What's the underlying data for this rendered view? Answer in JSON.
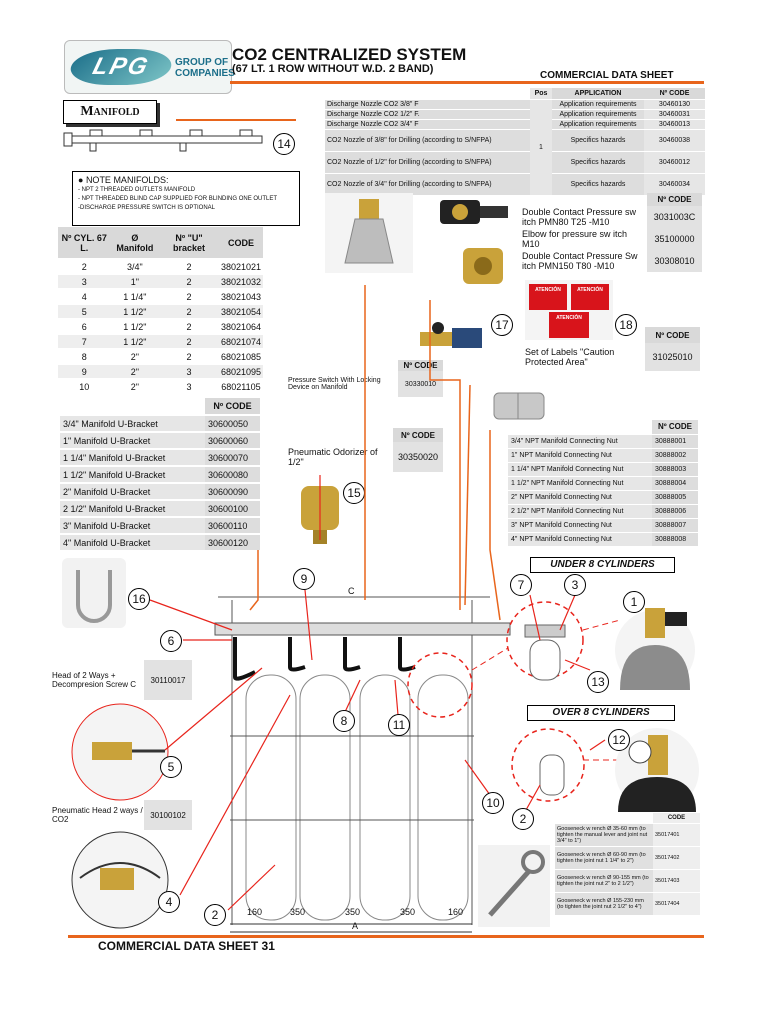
{
  "header": {
    "logo_text": "LPG",
    "logo_sub_1": "GROUP OF",
    "logo_sub_2": "COMPANIES",
    "title": "CO2 CENTRALIZED SYSTEM",
    "subtitle": "(67 LT. 1 ROW WITHOUT W.D. 2 BAND)",
    "sheet_label": "COMMERCIAL DATA SHEET"
  },
  "manifold": {
    "heading": "Manifold",
    "callout": "14"
  },
  "notes": {
    "heading": "NOTE MANIFOLDS:",
    "lines": [
      "- NPT 2 THREADED OUTLETS MANIFOLD",
      "- NPT  THREADED BLIND CAP SUPPLIED FOR BLINDING ONE OUTLET",
      "-DISCHARGE PRESSURE SWITCH IS OPTIONAL"
    ]
  },
  "manifold_table": {
    "headers": [
      "Nº CYL. 67 L.",
      "Ø Manifold",
      "Nº \"U\" bracket",
      "CODE"
    ],
    "rows": [
      [
        "2",
        "3/4\"",
        "2",
        "38021021"
      ],
      [
        "3",
        "1\"",
        "2",
        "38021032"
      ],
      [
        "4",
        "1 1/4\"",
        "2",
        "38021043"
      ],
      [
        "5",
        "1 1/2\"",
        "2",
        "38021054"
      ],
      [
        "6",
        "1 1/2\"",
        "2",
        "38021064"
      ],
      [
        "7",
        "1 1/2\"",
        "2",
        "68021074"
      ],
      [
        "8",
        "2\"",
        "2",
        "68021085"
      ],
      [
        "9",
        "2\"",
        "3",
        "68021095"
      ],
      [
        "10",
        "2\"",
        "3",
        "68021105"
      ]
    ]
  },
  "ubracket_table": {
    "header": "Nº CODE",
    "rows": [
      [
        "3/4\" Manifold U-Bracket",
        "30600050"
      ],
      [
        "1\" Manifold U-Bracket",
        "30600060"
      ],
      [
        "1 1/4\" Manifold U-Bracket",
        "30600070"
      ],
      [
        "1 1/2\" Manifold U-Bracket",
        "30600080"
      ],
      [
        "2\" Manifold U-Bracket",
        "30600090"
      ],
      [
        "2 1/2\" Manifold U-Bracket",
        "30600100"
      ],
      [
        "3\" Manifold U-Bracket",
        "30600110"
      ],
      [
        "4\" Manifold U-Bracket",
        "30600120"
      ]
    ]
  },
  "nozzle_table": {
    "headers": [
      "Pos",
      "APPLICATION",
      "Nº CODE"
    ],
    "pos": "1",
    "rows": [
      [
        "Discharge Nozzle CO2 3/8\" F",
        "Application requirements",
        "30460130"
      ],
      [
        "Discharge Nozzle CO2 1/2\" F.",
        "Application requirements",
        "30460031"
      ],
      [
        "Discharge Nozzle CO2 3/4\" F",
        "Application requirements",
        "30460013"
      ],
      [
        "CO2 Nozzle of 3/8\" for Drilling (according to S/NFPA)",
        "Specifics hazards",
        "30460038"
      ],
      [
        "CO2 Nozzle of 1/2\" for Drilling (according to S/NFPA)",
        "Specifics hazards",
        "30460012"
      ],
      [
        "CO2 Nozzle of 3/4\" for Drilling (according to S/NFPA)",
        "Specifics hazards",
        "30460034"
      ]
    ]
  },
  "pressure_table": {
    "header": "Nº CODE",
    "rows": [
      [
        "Double Contact Pressure sw itch PMN80 T25 -M10",
        "3031003C"
      ],
      [
        "Elbow  for pressure sw itch M10",
        "35100000"
      ],
      [
        "Double Contact Pressure Sw itch PMN150 T80 -M10",
        "30308010"
      ]
    ]
  },
  "labels": {
    "header": "Nº CODE",
    "desc": "Set of Labels \"Caution Protected Area\"",
    "code": "31025010",
    "callout": "18",
    "sign_text": "ATENCIÓN"
  },
  "pressure_switch_locking": {
    "header": "Nº CODE",
    "desc": "Pressure Switch With Locking Device on Manifold",
    "code": "30330010",
    "callout": "17"
  },
  "odorizer": {
    "header": "Nº CODE",
    "desc": "Pneumatic Odorizer of 1/2\"",
    "code": "30350020",
    "callout": "15"
  },
  "connecting_nut_table": {
    "header": "Nº CODE",
    "rows": [
      [
        "3/4\" NPT Manifold Connecting Nut",
        "30888001"
      ],
      [
        "1\" NPT Manifold Connecting Nut",
        "30888002"
      ],
      [
        "1 1/4\" NPT Manifold Connecting Nut",
        "30888003"
      ],
      [
        "1 1/2\" NPT Manifold Connecting Nut",
        "30888004"
      ],
      [
        "2\" NPT Manifold Connecting Nut",
        "30888005"
      ],
      [
        "2 1/2\" NPT Manifold Connecting Nut",
        "30888006"
      ],
      [
        "3\" NPT Manifold Connecting Nut",
        "30888007"
      ],
      [
        "4\" NPT Manifold Connecting Nut",
        "30888008"
      ]
    ]
  },
  "under8": {
    "label": "UNDER 8 CYLINDERS",
    "callouts": [
      "7",
      "3",
      "1",
      "13"
    ]
  },
  "over8": {
    "label": "OVER 8 CYLINDERS",
    "callouts": [
      "12",
      "2"
    ]
  },
  "head2ways": {
    "desc": "Head of 2 Ways + Decompresion Screw C",
    "code": "30110017"
  },
  "pneumatic_head": {
    "desc": "Pneumatic Head 2 ways / CO2",
    "code": "30100102"
  },
  "gooseneck_table": {
    "header": "CODE",
    "rows": [
      [
        "Gooseneck w rench  Ø 35-60 mm (to tighten the manual lever and joint nut 3/4\" to 1\")",
        "35017401"
      ],
      [
        "Gooseneck w rench  Ø 60-90 mm (to tighten the joint nut 1 1/4\" to 2\")",
        "35017402"
      ],
      [
        "Gooseneck w rench  Ø 90-155 mm (to tighten the joint nut 2\" to 2 1/2\")",
        "35017403"
      ],
      [
        "Gooseneck w rench  Ø 155-230 mm (to tighten the joint nut 2 1/2\" to 4\")",
        "35017404"
      ]
    ]
  },
  "diagram": {
    "callouts": {
      "c16": "16",
      "c6": "6",
      "c9": "9",
      "c5": "5",
      "c4": "4",
      "c2": "2",
      "c8": "8",
      "c11": "11",
      "c10": "10"
    },
    "dims": {
      "d1": "160",
      "d2": "350",
      "d3": "350",
      "d4": "350",
      "d5": "160",
      "total": "A",
      "top": "C"
    }
  },
  "footer": {
    "text": "COMMERCIAL DATA SHEET 31"
  },
  "colors": {
    "accent": "#e8651c",
    "table_gray": "#d9d9d9",
    "callout_line": "#e8241c"
  }
}
